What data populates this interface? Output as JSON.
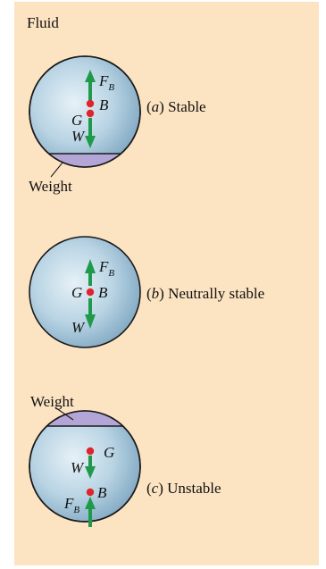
{
  "title": "Fluid",
  "cases": [
    {
      "id": "a",
      "letter": "a",
      "caption": "Stable",
      "weight_label": "Weight",
      "weight_position": "bottom",
      "G": "G",
      "B": "B",
      "W": "W",
      "F": "F",
      "F_sub": "B"
    },
    {
      "id": "b",
      "letter": "b",
      "caption": "Neutrally stable",
      "G": "G",
      "B": "B",
      "W": "W",
      "F": "F",
      "F_sub": "B"
    },
    {
      "id": "c",
      "letter": "c",
      "caption": "Unstable",
      "weight_label": "Weight",
      "weight_position": "top",
      "G": "G",
      "B": "B",
      "W": "W",
      "F": "F",
      "F_sub": "B"
    }
  ],
  "colors": {
    "background": "#fce3c2",
    "sphere": "#a9c9dc",
    "weight": "#b3a6d6",
    "arrow": "#1f9a4a",
    "point": "#e0242b"
  }
}
